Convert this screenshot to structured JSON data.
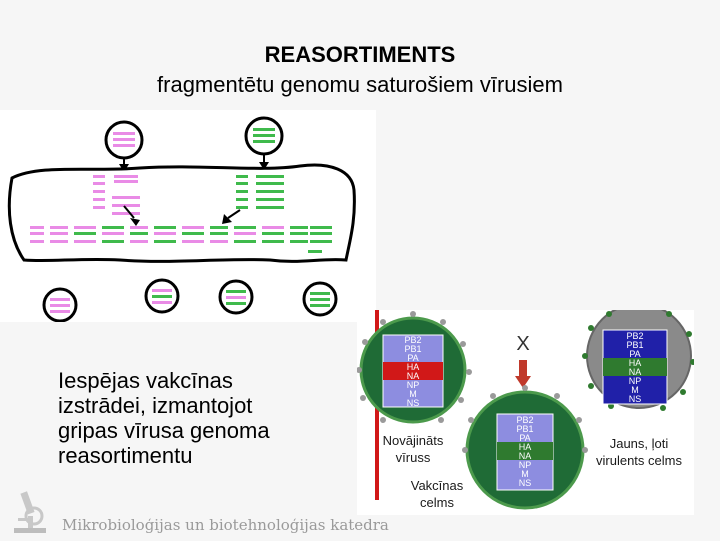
{
  "slide": {
    "title": "REASORTIMENTS",
    "subtitle": "fragmentētu genomu saturošiem vīrusiem",
    "body": [
      "Iespējas vakcīnas",
      "izstrādei, izmantojot",
      "gripas vīrusa genoma",
      "reasortimentu"
    ],
    "footer": "Mikrobioloģijas un biotehnoloģijas katedra"
  },
  "vaccine_diagram": {
    "cross_symbol": "X",
    "left_virus": {
      "segments": [
        "PB2",
        "PB1",
        "PA",
        "HA",
        "NA",
        "NP",
        "M",
        "NS"
      ],
      "label": [
        "Novājināts",
        "vīruss"
      ]
    },
    "right_virus": {
      "segments": [
        "PB2",
        "PB1",
        "PA",
        "HA",
        "NA",
        "NP",
        "M",
        "NS"
      ],
      "label": [
        "Jauns, ļoti",
        "virulents celms"
      ]
    },
    "center_virus": {
      "segments": [
        "PB2",
        "PB1",
        "PA",
        "HA",
        "NA",
        "NP",
        "M",
        "NS"
      ],
      "label": [
        "Vakcīnas",
        "celms"
      ]
    }
  },
  "colors": {
    "pink_segment": "#e98be6",
    "green_segment": "#3fba4c",
    "virus_shell": "#1f6b36",
    "attenuated_box": "#8d8de0",
    "attenuated_highlight": "#d11818",
    "virulent_shell": "#8a8a8a",
    "virulent_box": "#2020a8",
    "virulent_highlight": "#2f7a2f"
  }
}
